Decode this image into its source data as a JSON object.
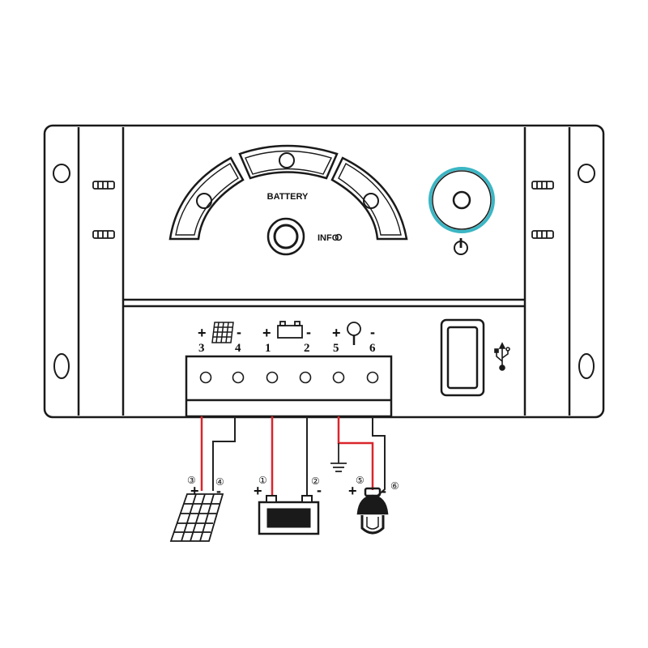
{
  "panel": {
    "battery_label": "BATTERY",
    "info_label": "INFO"
  },
  "terminals": [
    {
      "plus": "+",
      "minus": "-",
      "left_number": "3",
      "right_number": "4",
      "icon": "solar-panel-icon"
    },
    {
      "plus": "+",
      "minus": "-",
      "left_number": "1",
      "right_number": "2",
      "icon": "battery-icon"
    },
    {
      "plus": "+",
      "minus": "-",
      "left_number": "5",
      "right_number": "6",
      "icon": "lamp-icon"
    }
  ],
  "wiring": {
    "solar": {
      "plus": "+",
      "minus": "-",
      "plus_number": "③",
      "minus_number": "④"
    },
    "battery": {
      "plus": "+",
      "minus": "-",
      "plus_number": "①",
      "minus_number": "②"
    },
    "lamp": {
      "plus": "+",
      "minus": "-",
      "plus_number": "⑤",
      "minus_number": "⑥"
    }
  },
  "colors": {
    "outline": "#1a1a1a",
    "positive_wire": "#d9262b",
    "negative_wire": "#222222",
    "power_ring": "#3bb6c4"
  },
  "icons": [
    "usb-icon",
    "power-icon",
    "ground-icon"
  ]
}
